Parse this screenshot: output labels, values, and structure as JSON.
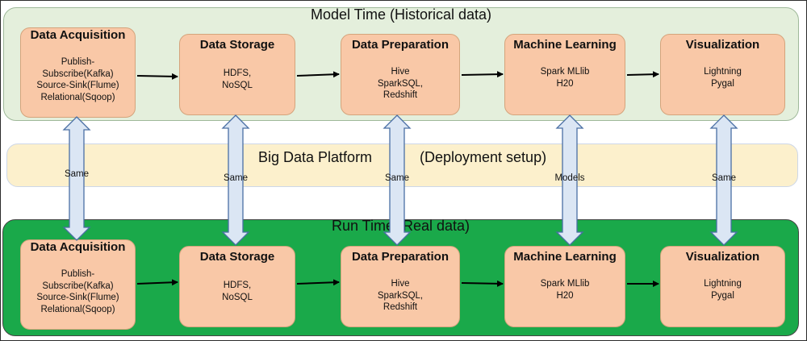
{
  "model_panel": {
    "title": "Model Time (Historical data)"
  },
  "platform_panel": {
    "left_label": "Big Data Platform",
    "right_label": "(Deployment setup)"
  },
  "run_panel": {
    "title": "Run Time (Real data)"
  },
  "model_stages": [
    {
      "title": "Data Acquisition",
      "lines": [
        "Publish-",
        "Subscribe(Kafka)",
        "Source-Sink(Flume)",
        "Relational(Sqoop)"
      ]
    },
    {
      "title": "Data Storage",
      "lines": [
        "HDFS,",
        "NoSQL"
      ]
    },
    {
      "title": "Data Preparation",
      "lines": [
        "Hive",
        "SparkSQL,",
        "Redshift"
      ]
    },
    {
      "title": "Machine Learning",
      "lines": [
        "Spark MLlib",
        "H20"
      ]
    },
    {
      "title": "Visualization",
      "lines": [
        "Lightning",
        "Pygal"
      ]
    }
  ],
  "run_stages": [
    {
      "title": "Data Acquisition",
      "lines": [
        "Publish-",
        "Subscribe(Kafka)",
        "Source-Sink(Flume)",
        "Relational(Sqoop)"
      ]
    },
    {
      "title": "Data Storage",
      "lines": [
        "HDFS,",
        "NoSQL"
      ]
    },
    {
      "title": "Data Preparation",
      "lines": [
        "Hive",
        "SparkSQL,",
        "Redshift"
      ]
    },
    {
      "title": "Machine Learning",
      "lines": [
        "Spark MLlib",
        "H20"
      ]
    },
    {
      "title": "Visualization",
      "lines": [
        "Lightning",
        "Pygal"
      ]
    }
  ],
  "connectors": [
    "Same",
    "Same",
    "Same",
    "Models",
    "Same"
  ],
  "colors": {
    "model_panel": "#e4efdc",
    "platform_panel": "#fcf0cc",
    "run_panel": "#1aa94a",
    "stage_box": "#f9c8a7",
    "connector_fill": "#dbe6f4",
    "connector_stroke": "#4a6fa5"
  }
}
